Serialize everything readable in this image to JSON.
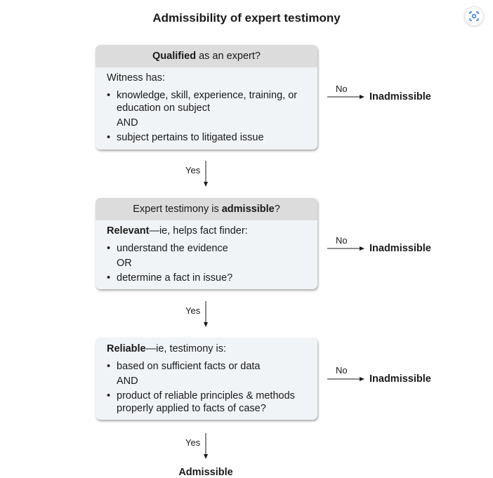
{
  "title": "Admissibility of expert testimony",
  "step1": {
    "head_bold": "Qualified",
    "head_rest": " as an expert?",
    "lead": "Witness has:",
    "item1": "knowledge, skill, experience, training, or education on subject",
    "and": "AND",
    "item2": "subject pertains to litigated issue"
  },
  "step2": {
    "head_pre": "Expert testimony is ",
    "head_bold": "admissible",
    "head_post": "?",
    "lead_bold": "Relevant",
    "lead_rest": "—ie, helps fact finder:",
    "item1": "understand the evidence",
    "or": "OR",
    "item2": "determine a fact in issue?"
  },
  "step3": {
    "lead_bold": "Reliable",
    "lead_rest": "—ie, testimony is:",
    "item1": "based on sufficient facts or data",
    "and": "AND",
    "item2": "product of reliable principles & methods properly applied to facts of case?"
  },
  "branch_no": "No",
  "branch_yes": "Yes",
  "outcome_no": "Inadmissible",
  "outcome_final": "Admissible",
  "icons": {
    "lens": "google-lens-icon"
  }
}
